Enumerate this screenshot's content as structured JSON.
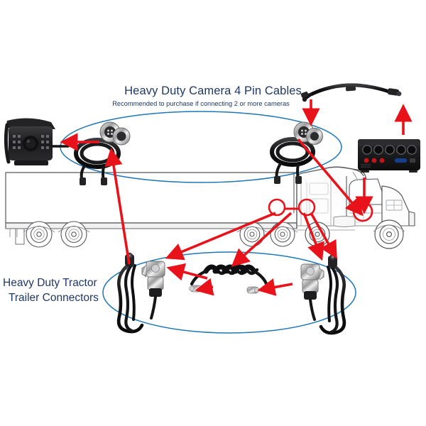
{
  "diagram": {
    "title": "Heavy Duty Camera 4 Pin Cables",
    "subtitle": "Recommended to purchase if connecting 2 or more cameras",
    "connector_label_line1": "Heavy Duty Tractor",
    "connector_label_line2": "Trailer Connectors",
    "colors": {
      "text_navy": "#1f3864",
      "ellipse_blue": "#1f77b4",
      "arrow_red": "#e8131a",
      "truck_outline": "#58595b",
      "truck_fill": "#ffffff",
      "device_black": "#1a1a1a"
    },
    "components": {
      "camera": "heavy-duty-backup-camera",
      "dvr": "mobile-dvr-recorder",
      "splitter_cable": "4-pin-extension-cable",
      "coiled_cable_left": "4-pin-camera-cable-coil",
      "coiled_cable_right": "4-pin-camera-cable-coil",
      "trailer": "box-trailer-outline",
      "tractor": "sleeper-cab-tractor-outline",
      "connector_left": "tractor-trailer-connector-socket",
      "connector_right": "tractor-trailer-connector-socket",
      "coiled_connector_cable": "coiled-tractor-trailer-cable",
      "cable_left": "camera-extension-cable",
      "cable_right": "camera-extension-cable"
    },
    "annotations": {
      "ellipse_top": "heavy-duty-camera-4-pin-cables-group",
      "ellipse_bottom": "heavy-duty-tractor-trailer-connectors-group",
      "arrow_count": 10,
      "highlight_circle_cab": "cab-connection-point",
      "highlight_circles_coupling": "trailer-coupling-connection-points"
    }
  }
}
